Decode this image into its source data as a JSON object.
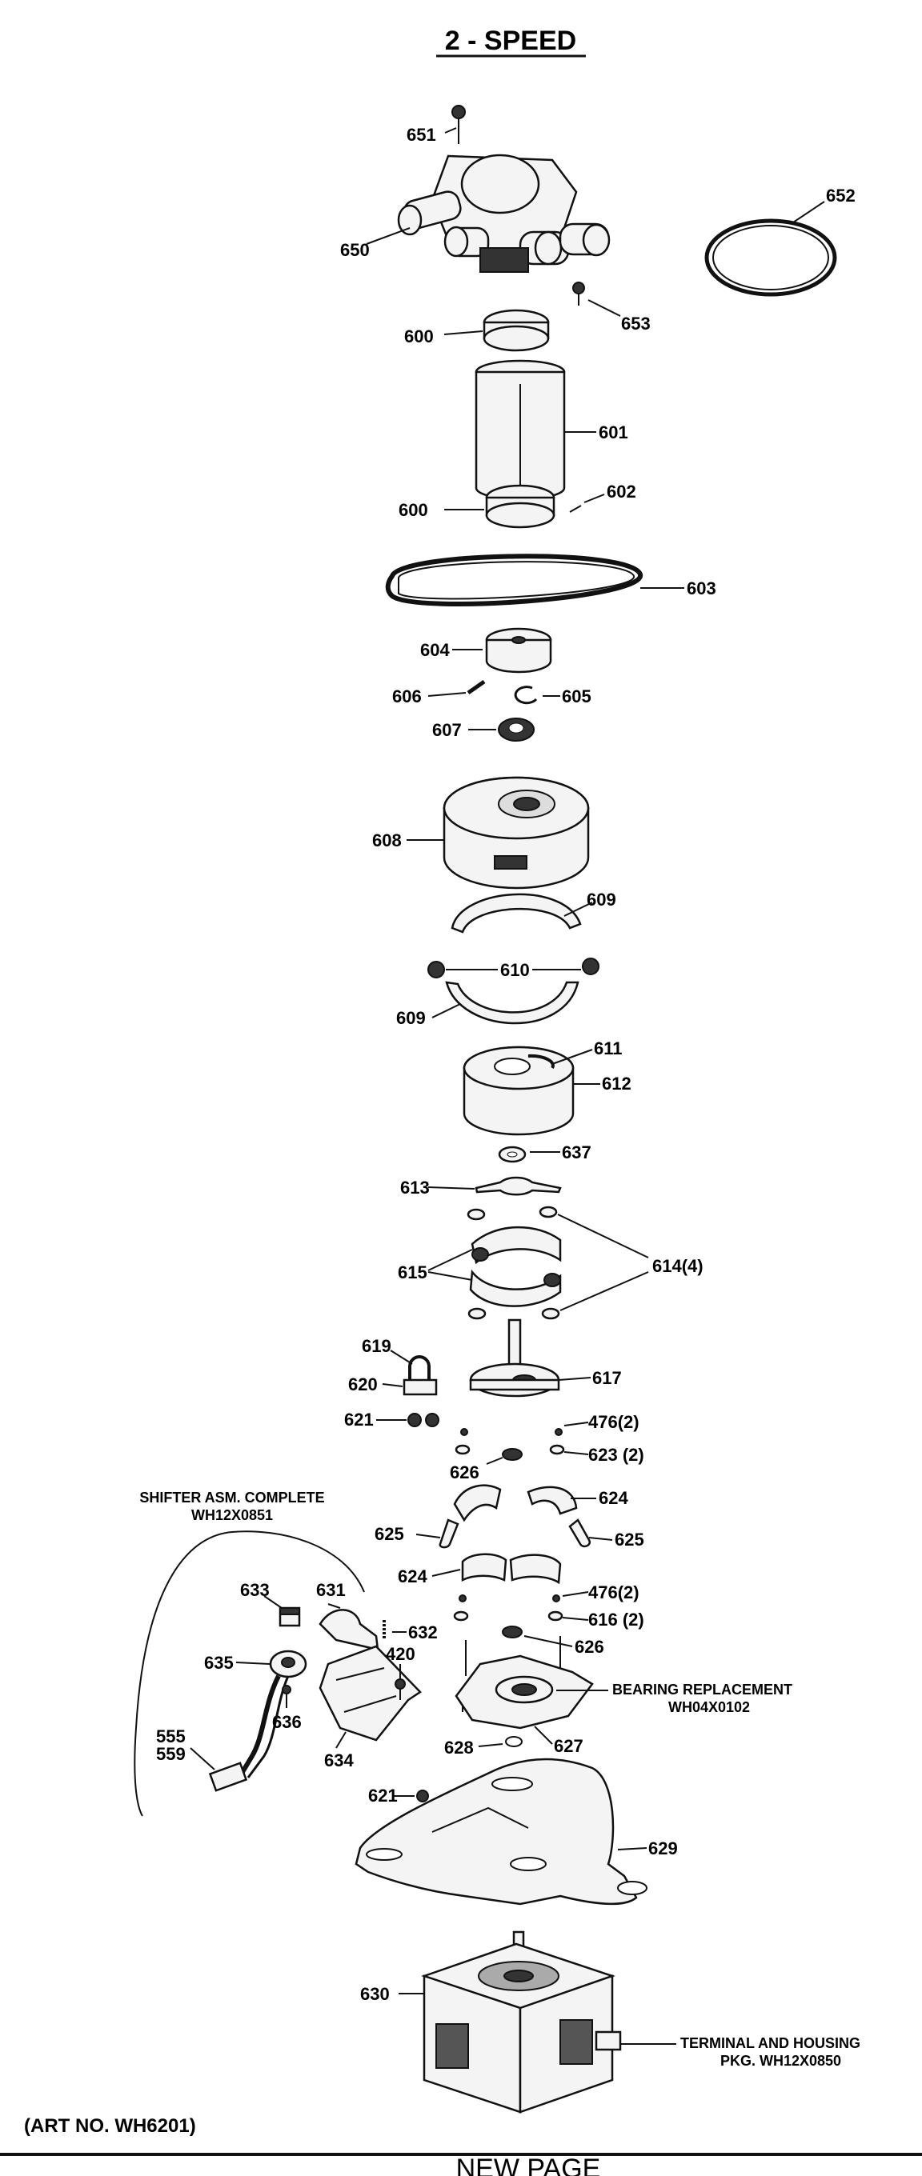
{
  "title": "2 - SPEED",
  "labels": {
    "p651": "651",
    "p652": "652",
    "p650": "650",
    "p653": "653",
    "p600a": "600",
    "p601": "601",
    "p600b": "600",
    "p602": "602",
    "p603": "603",
    "p604": "604",
    "p606": "606",
    "p605": "605",
    "p607": "607",
    "p608": "608",
    "p609a": "609",
    "p610": "610",
    "p609b": "609",
    "p611": "611",
    "p612": "612",
    "p637": "637",
    "p613": "613",
    "p615": "615",
    "p614": "614(4)",
    "p619": "619",
    "p620": "620",
    "p617": "617",
    "p621a": "621",
    "p476a": "476(2)",
    "p623": "623 (2)",
    "p626a": "626",
    "p624a": "624",
    "p625a": "625",
    "p625b": "625",
    "p624b": "624",
    "p476b": "476(2)",
    "p633": "633",
    "p631": "631",
    "p632": "632",
    "p616": "616 (2)",
    "p626b": "626",
    "p420": "420",
    "p635": "635",
    "p636": "636",
    "p634": "634",
    "p555": "555",
    "p559": "559",
    "p628": "628",
    "p627": "627",
    "p621b": "621",
    "p629": "629",
    "p630": "630"
  },
  "notes": {
    "shifter_line1": "SHIFTER ASM. COMPLETE",
    "shifter_line2": "WH12X0851",
    "bearing_line1": "BEARING REPLACEMENT",
    "bearing_line2": "WH04X0102",
    "terminal_line1": "TERMINAL AND HOUSING",
    "terminal_line2": "PKG. WH12X0850"
  },
  "art_no": "(ART NO. WH6201)",
  "footer": "NEW PAGE"
}
